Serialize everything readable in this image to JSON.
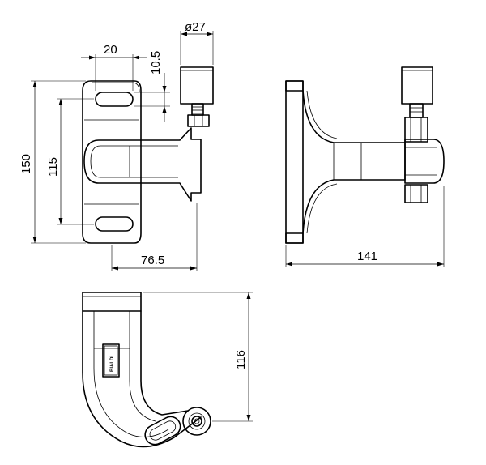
{
  "dimensions": {
    "dia_top": "ø27",
    "width_slot": "20",
    "slot_height": "10.5",
    "total_height": "150",
    "slot_spacing": "115",
    "projection": "76.5",
    "total_depth": "141",
    "bottom_height": "116"
  },
  "logo_text": "BIALDI"
}
